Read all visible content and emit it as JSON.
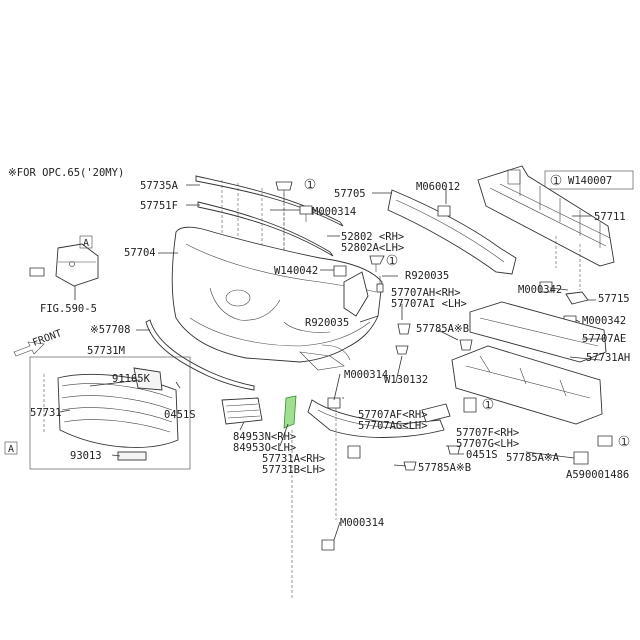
{
  "note": "※FOR OPC.65('20MY)",
  "legend": {
    "ref": "1",
    "code": "W140007"
  },
  "figure_id": "A590001486",
  "fig_ref": "FIG.590-5",
  "front_label": "FRONT",
  "ref_marks": {
    "a": "A",
    "one": "1"
  },
  "labels": {
    "p57735A": "57735A",
    "p57751F": "57751F",
    "p57704": "57704",
    "p57708": "※57708",
    "p57731M": "57731M",
    "p57731": "57731",
    "p91165K": "91165K",
    "p0451S": "0451S",
    "p93013": "93013",
    "pM000314a": "M000314",
    "pW140042": "W140042",
    "p52802": "52802 <RH>",
    "p52802A": "52802A<LH>",
    "pR920035a": "R920035",
    "pR920035b": "R920035",
    "p57707AH": "57707AH<RH>",
    "p57707AI": "57707AI <LH>",
    "pW130132": "W130132",
    "p57705": "57705",
    "pM060012": "M060012",
    "p57711": "57711",
    "pM000342a": "M000342",
    "pM000342b": "M000342",
    "p57715": "57715",
    "p57707AE": "57707AE",
    "p57785AB_a": "57785A※B",
    "p57731AH": "57731AH",
    "p84953N": "84953N<RH>",
    "p84953O": "84953O<LH>",
    "p57731A": "57731A<RH>",
    "p57731B": "57731B<LH>",
    "pM000314b": "M000314",
    "p57707AF": "57707AF<RH>",
    "p57707AG": "57707AG<LH>",
    "p57707F": "57707F<RH>",
    "p57707G": "57707G<LH>",
    "p0451S_b": "0451S",
    "p57785AB_b": "57785A※B",
    "p57785AA": "57785A※A",
    "pM000314c": "M000314"
  }
}
